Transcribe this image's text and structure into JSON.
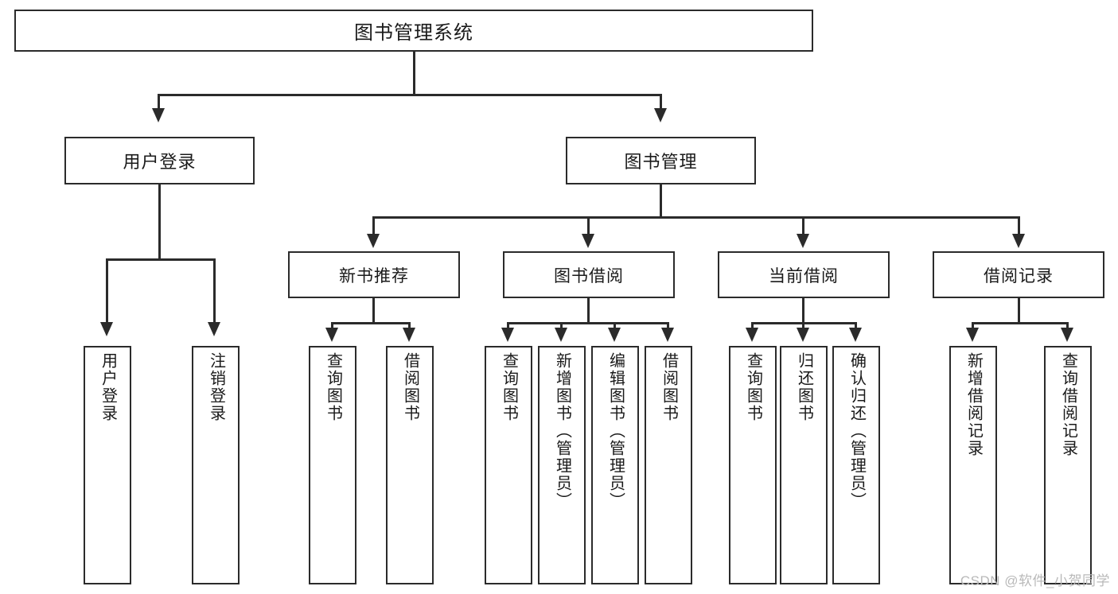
{
  "diagram": {
    "type": "tree-hierarchy",
    "title": "图书管理系统",
    "watermark": "CSDN @软件_小贺同学",
    "colors": {
      "stroke": "#2b2b2b",
      "fill": "#ffffff",
      "text": "#1a1a1a",
      "watermark": "#b9b9b9"
    },
    "root": {
      "label": "图书管理系统"
    },
    "level2": [
      {
        "label": "用户登录"
      },
      {
        "label": "图书管理"
      }
    ],
    "level3": [
      {
        "label": "新书推荐"
      },
      {
        "label": "图书借阅"
      },
      {
        "label": "当前借阅"
      },
      {
        "label": "借阅记录"
      }
    ],
    "leaves": {
      "user_login": [
        {
          "label": "用户登录"
        },
        {
          "label": "注销登录"
        }
      ],
      "new_book_recommend": [
        {
          "label": "查询图书"
        },
        {
          "label": "借阅图书"
        }
      ],
      "book_borrow": [
        {
          "label": "查询图书"
        },
        {
          "label": "新增图书（管理员）"
        },
        {
          "label": "编辑图书（管理员）"
        },
        {
          "label": "借阅图书"
        }
      ],
      "current_borrow": [
        {
          "label": "查询图书"
        },
        {
          "label": "归还图书"
        },
        {
          "label": "确认归还（管理员）"
        }
      ],
      "borrow_record": [
        {
          "label": "新增借阅记录"
        },
        {
          "label": "查询借阅记录"
        }
      ]
    }
  }
}
